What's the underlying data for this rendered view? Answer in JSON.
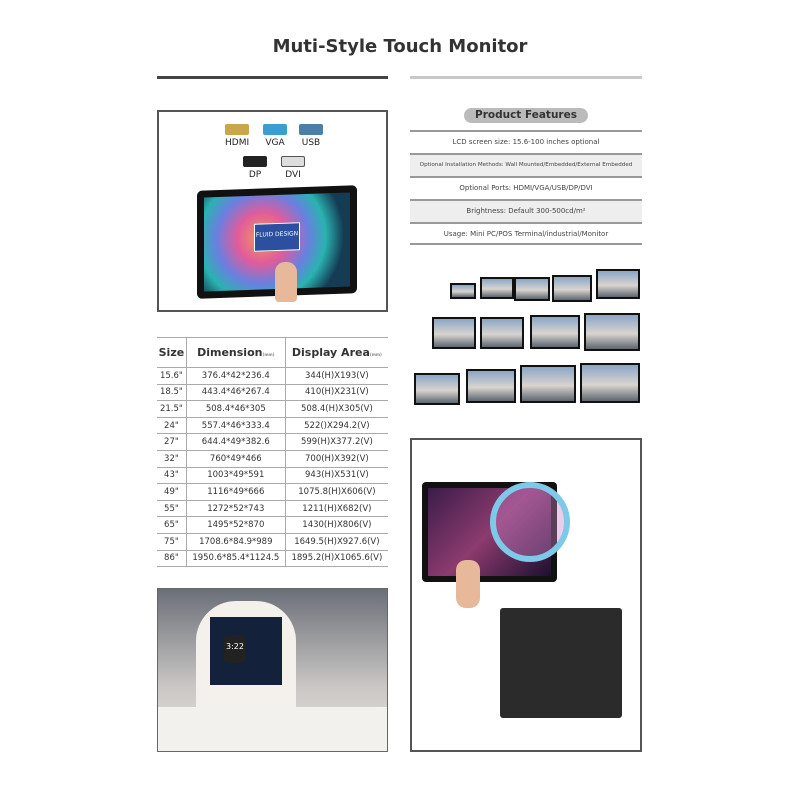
{
  "title": "Muti-Style Touch Monitor",
  "ports": {
    "items": [
      {
        "label": "HDMI",
        "color": "#c9a64a"
      },
      {
        "label": "VGA",
        "color": "#3a9fd0"
      },
      {
        "label": "USB",
        "color": "#4a7fa8"
      },
      {
        "label": "DP",
        "color": "#222222"
      },
      {
        "label": "DVI",
        "color": "#dddddd"
      }
    ],
    "screen_text": "FLUID DESIGN"
  },
  "spec_table": {
    "headers": [
      "Size",
      "Dimension",
      "Display Area"
    ],
    "header_units": [
      "",
      "(mm)",
      "(mm)"
    ],
    "rows": [
      [
        "15.6\"",
        "376.4*42*236.4",
        "344(H)X193(V)"
      ],
      [
        "18.5\"",
        "443.4*46*267.4",
        "410(H)X231(V)"
      ],
      [
        "21.5\"",
        "508.4*46*305",
        "508.4(H)X305(V)"
      ],
      [
        "24\"",
        "557.4*46*333.4",
        "522()X294.2(V)"
      ],
      [
        "27\"",
        "644.4*49*382.6",
        "599(H)X377.2(V)"
      ],
      [
        "32\"",
        "760*49*466",
        "700(H)X392(V)"
      ],
      [
        "43\"",
        "1003*49*591",
        "943(H)X531(V)"
      ],
      [
        "49\"",
        "1116*49*666",
        "1075.8(H)X606(V)"
      ],
      [
        "55\"",
        "1272*52*743",
        "1211(H)X682(V)"
      ],
      [
        "65\"",
        "1495*52*870",
        "1430(H)X806(V)"
      ],
      [
        "75\"",
        "1708.6*84.9*989",
        "1649.5(H)X927.6(V)"
      ],
      [
        "86\"",
        "1950.6*85.4*1124.5",
        "1895.2(H)X1065.6(V)"
      ]
    ]
  },
  "features": {
    "title": "Product Features",
    "items": [
      "LCD screen size: 15.6-100 inches optional",
      "Optional Installation Methods: Wall Mounted/Embedded/External Embedded",
      "Optional Ports: HDMI/VGA/USB/DP/DVI",
      "Brightness: Default 300-500cd/m²",
      "Usage: Mini PC/POS Terminal/industrial/Monitor"
    ]
  },
  "showroom": {
    "watch_time": "3:22"
  }
}
